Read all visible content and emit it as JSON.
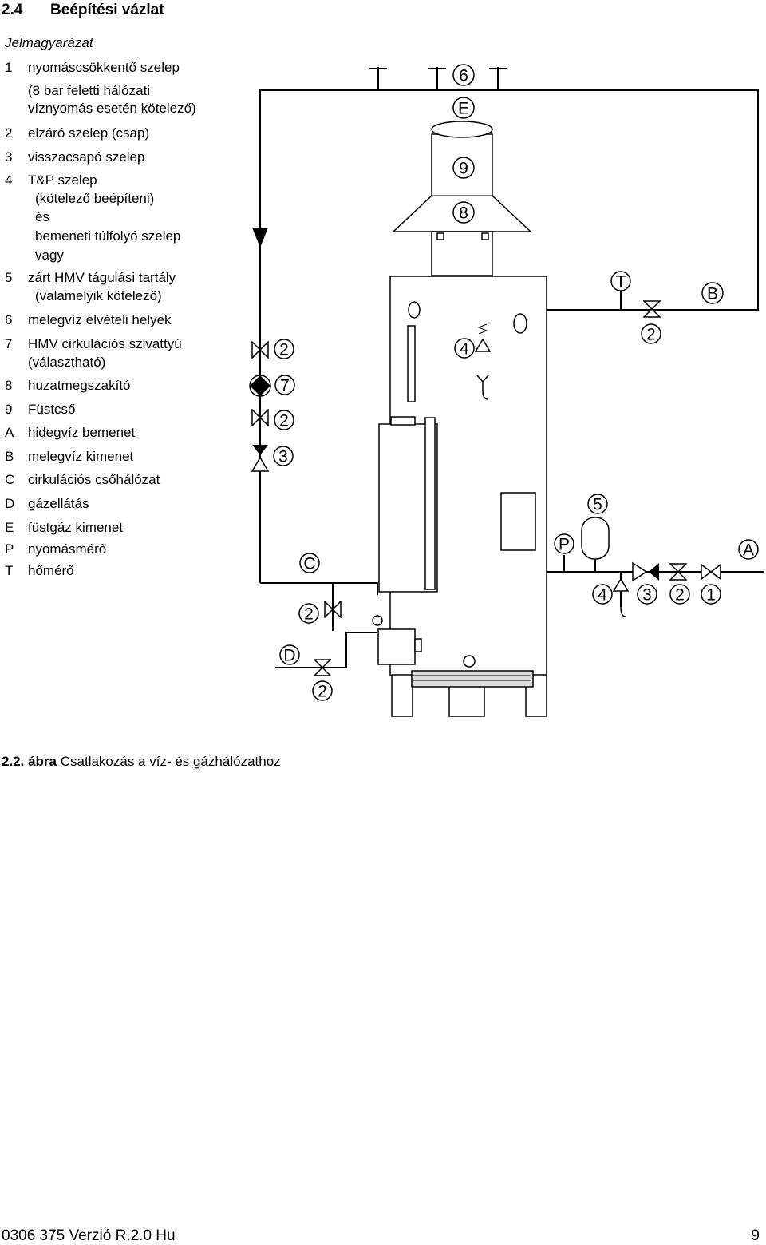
{
  "section": {
    "number": "2.4",
    "title": "Beépítési vázlat"
  },
  "legend": {
    "heading": "Jelmagyarázat",
    "items": [
      {
        "key": "1",
        "text": "nyomáscsökkentő szelep",
        "extra": [
          "(8 bar feletti hálózati",
          "víznyomás esetén kötelező)"
        ]
      },
      {
        "key": "2",
        "text": "elzáró szelep (csap)"
      },
      {
        "key": "3",
        "text": "visszacsapó szelep"
      },
      {
        "key": "4",
        "text": "T&P szelep",
        "extra": [
          "(kötelező beépíteni)",
          "és",
          "bemeneti túlfolyó szelep",
          "vagy"
        ]
      },
      {
        "key": "5",
        "text": "zárt HMV tágulási tartály",
        "extra": [
          "(valamelyik kötelező)"
        ]
      },
      {
        "key": "6",
        "text": "melegvíz elvételi helyek"
      },
      {
        "key": "7",
        "text": "HMV cirkulációs szivattyú",
        "extra": [
          "(választható)"
        ]
      },
      {
        "key": "8",
        "text": "huzatmegszakító"
      },
      {
        "key": "9",
        "text": "Füstcső"
      },
      {
        "key": "A",
        "text": "hidegvíz bemenet"
      },
      {
        "key": "B",
        "text": "melegvíz kimenet"
      },
      {
        "key": "C",
        "text": "cirkulációs csőhálózat"
      },
      {
        "key": "D",
        "text": "gázellátás"
      },
      {
        "key": "E",
        "text": "füstgáz kimenet"
      },
      {
        "key": "P",
        "text": "nyomásmérő"
      },
      {
        "key": "T",
        "text": "hőmérő"
      }
    ]
  },
  "diagram_labels": {
    "l6": "6",
    "lE": "E",
    "l9": "9",
    "l8": "8",
    "lT": "T",
    "lB": "B",
    "l2a": "2",
    "l4top": "4",
    "l2left1": "2",
    "l7": "7",
    "l2left2": "2",
    "l3left": "3",
    "l5": "5",
    "lP": "P",
    "lA": "A",
    "l4bot": "4",
    "l3bot": "3",
    "l2bot": "2",
    "l1bot": "1",
    "lC": "C",
    "l2C": "2",
    "lD": "D",
    "l2D": "2"
  },
  "caption": {
    "figure": "2.2. ábra",
    "text": "Csatlakozás a víz- és gázhálózathoz"
  },
  "footer": {
    "doc": "0306 375 Verzió R.2.0 Hu",
    "page": "9"
  }
}
